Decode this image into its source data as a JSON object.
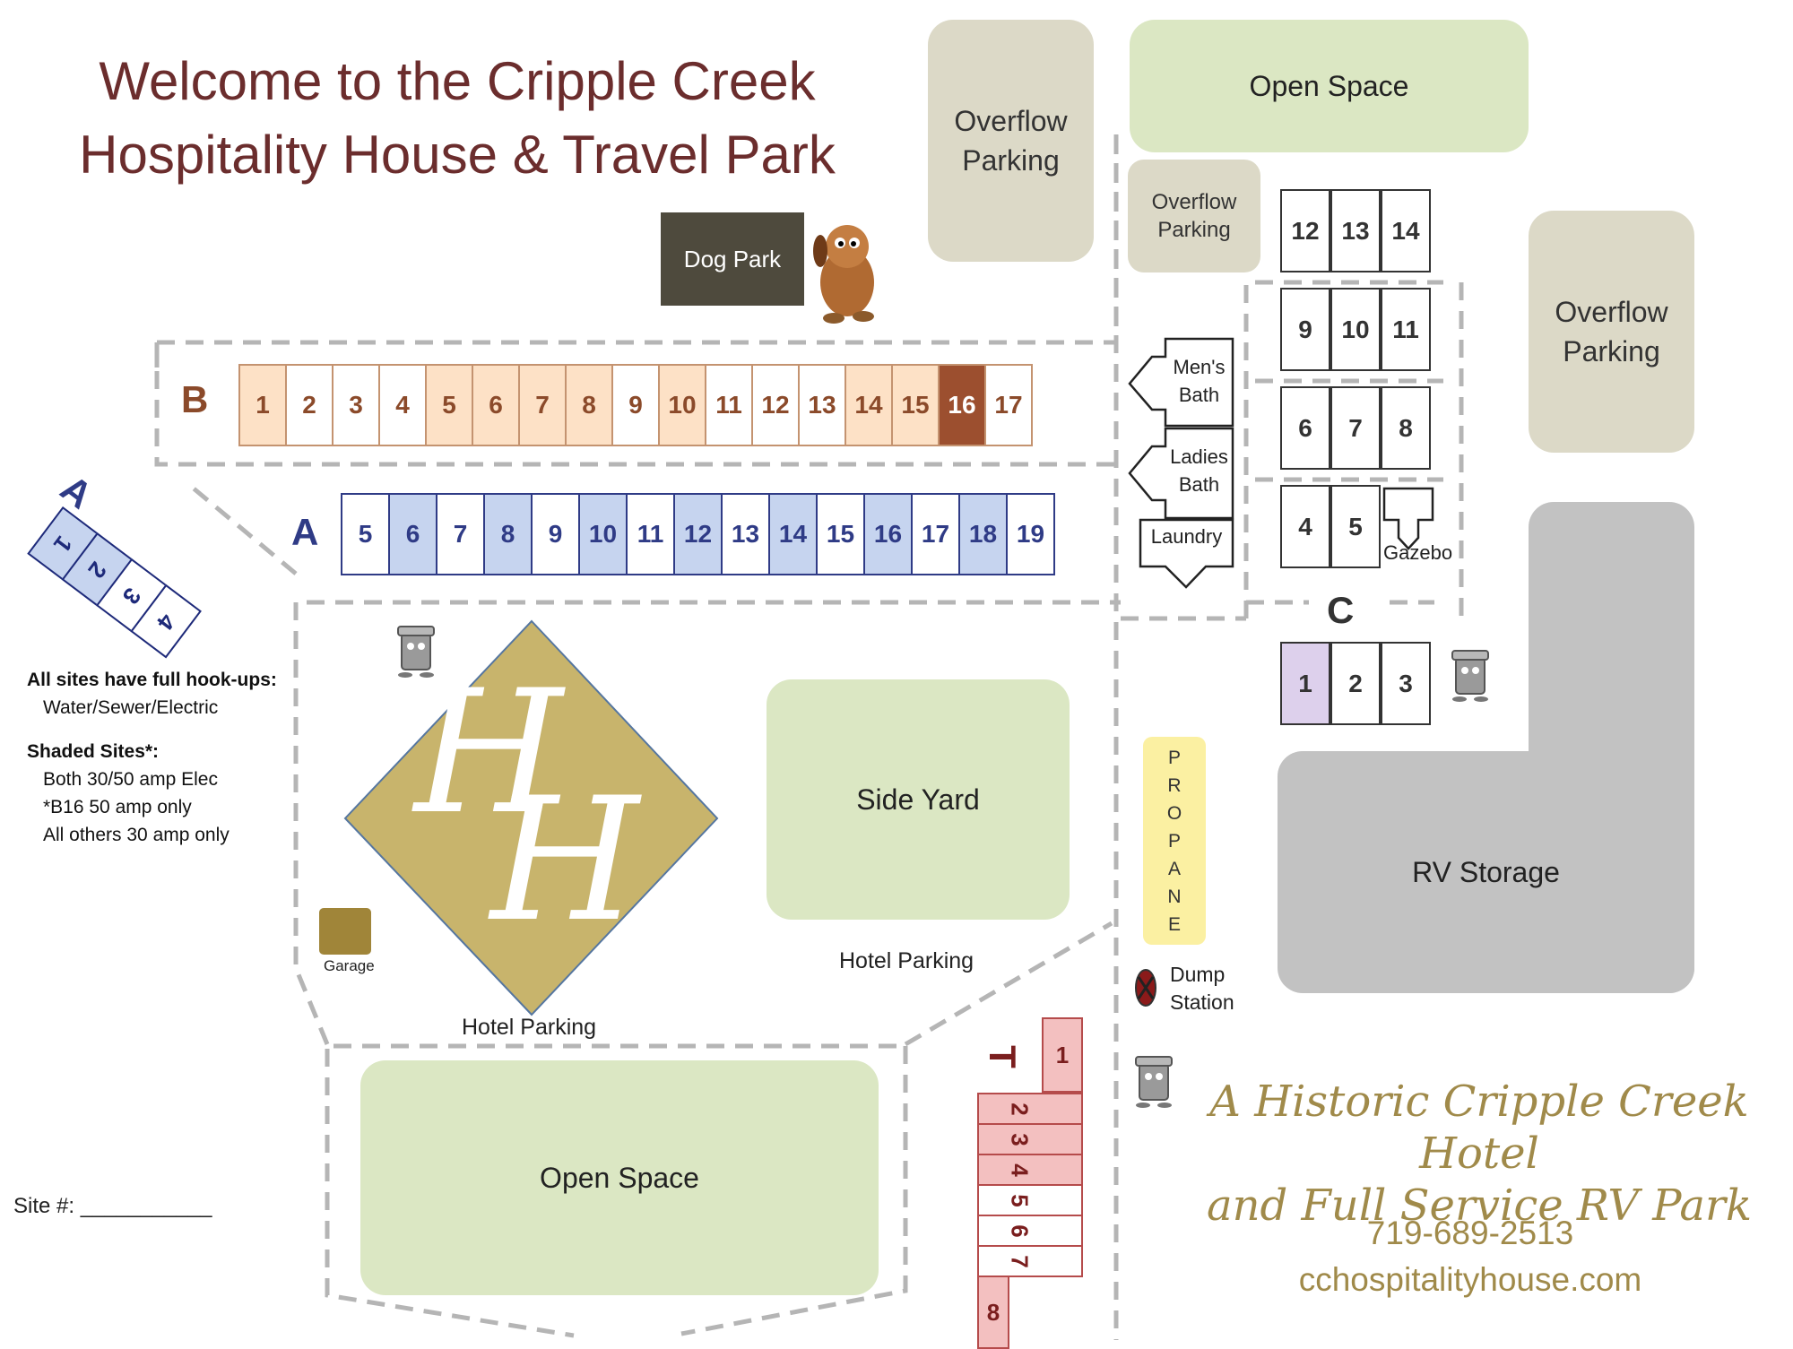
{
  "title_lines": [
    "Welcome to the Cripple Creek",
    "Hospitality House & Travel Park"
  ],
  "areas": {
    "overflow_top": [
      "Overflow",
      "Parking"
    ],
    "overflow_mid": [
      "Overflow",
      "Parking"
    ],
    "overflow_right": [
      "Overflow",
      "Parking"
    ],
    "open_space_top": "Open Space",
    "open_space_bottom": "Open Space",
    "side_yard": "Side Yard",
    "rv_storage": "RV Storage",
    "dog_park": "Dog Park",
    "hotel_parking_right": "Hotel Parking",
    "hotel_parking_bottom": "Hotel Parking",
    "garage": "Garage",
    "propane": [
      "P",
      "R",
      "O",
      "P",
      "A",
      "N",
      "E"
    ],
    "dump_station": [
      "Dump",
      "Station"
    ]
  },
  "buildings": {
    "mens_bath": [
      "Men's",
      "Bath"
    ],
    "ladies_bath": [
      "Ladies",
      "Bath"
    ],
    "laundry": "Laundry",
    "gazebo": "Gazebo"
  },
  "logo_letters": [
    "H",
    "H"
  ],
  "sections": {
    "B": {
      "label": "B",
      "sites": [
        "1",
        "2",
        "3",
        "4",
        "5",
        "6",
        "7",
        "8",
        "9",
        "10",
        "11",
        "12",
        "13",
        "14",
        "15",
        "16",
        "17"
      ],
      "shaded": [
        "1",
        "5",
        "6",
        "7",
        "8",
        "10",
        "14",
        "15"
      ],
      "dark": [
        "16"
      ]
    },
    "A": {
      "label": "A",
      "sites": [
        "5",
        "6",
        "7",
        "8",
        "9",
        "10",
        "11",
        "12",
        "13",
        "14",
        "15",
        "16",
        "17",
        "18",
        "19"
      ],
      "shaded": [
        "6",
        "8",
        "10",
        "12",
        "14",
        "16",
        "18"
      ]
    },
    "A_side": {
      "label": "A",
      "sites": [
        "1",
        "2",
        "3",
        "4"
      ],
      "shaded": [
        "1",
        "2"
      ]
    },
    "C": {
      "label": "C",
      "rows": [
        [
          "12",
          "13",
          "14"
        ],
        [
          "9",
          "10",
          "11"
        ],
        [
          "6",
          "7",
          "8"
        ],
        [
          "4",
          "5",
          ""
        ],
        [
          "1",
          "2",
          "3"
        ]
      ],
      "lavender": [
        "1"
      ]
    },
    "T": {
      "label": "T",
      "sites": [
        "1",
        "2",
        "3",
        "4",
        "5",
        "6",
        "7",
        "8"
      ],
      "shaded": [
        "1",
        "2",
        "3",
        "4",
        "8"
      ]
    }
  },
  "legend": {
    "hookups_title": "All sites have full hook-ups:",
    "hookups_value": "Water/Sewer/Electric",
    "shaded_title": "Shaded Sites*:",
    "shaded_items": [
      "Both 30/50 amp Elec",
      "*B16 50 amp only",
      "All others 30 amp only"
    ],
    "site_field": "Site #: ___________"
  },
  "tagline": [
    "A Historic Cripple Creek Hotel",
    "and Full Service RV Park"
  ],
  "contact": {
    "phone": "719-689-2513",
    "website": "cchospitalityhouse.com"
  },
  "colors": {
    "title": "#6b2d2d",
    "tagline": "#a08a4a",
    "logo_gold": "#c8b46c",
    "road_dash": "#b5b5b5"
  },
  "icons": [
    "dog-mascot-icon",
    "trash-can-mascot-icon",
    "dump-station-icon",
    "arrow-left-icon",
    "arrow-down-icon"
  ]
}
